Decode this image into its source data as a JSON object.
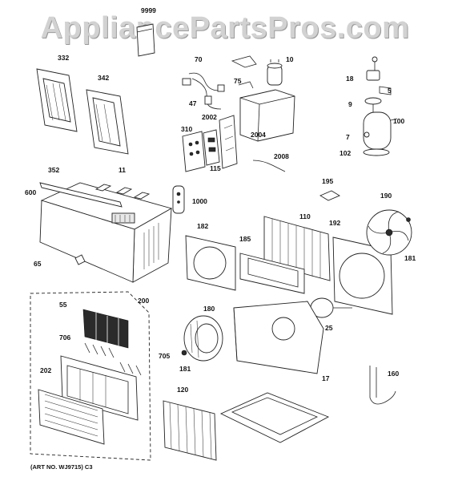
{
  "watermark": "AppliancePartsPros.com",
  "art_number": "(ART NO. WJ9715) C3",
  "parts": {
    "p9999": "9999",
    "p332": "332",
    "p342": "342",
    "p70": "70",
    "p10": "10",
    "p75": "75",
    "p47": "47",
    "p18": "18",
    "p5": "5",
    "p9": "9",
    "p100": "100",
    "p7": "7",
    "p102": "102",
    "p2002": "2002",
    "p310": "310",
    "p2004": "2004",
    "p115": "115",
    "p2008": "2008",
    "p352": "352",
    "p11": "11",
    "p600": "600",
    "p1000": "1000",
    "p195": "195",
    "p190": "190",
    "p110": "110",
    "p192": "192",
    "p182": "182",
    "p185": "185",
    "p181a": "181",
    "p65": "65",
    "p200": "200",
    "p55": "55",
    "p180": "180",
    "p25": "25",
    "p706": "706",
    "p705": "705",
    "p181b": "181",
    "p17": "17",
    "p202": "202",
    "p120": "120",
    "p160": "160"
  }
}
